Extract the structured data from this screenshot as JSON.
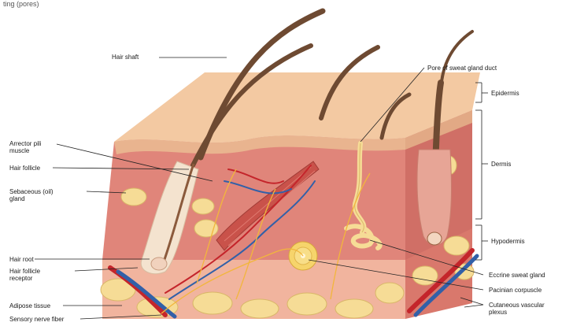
{
  "header_fragment": "ting (pores)",
  "labels": {
    "hair_shaft": "Hair shaft",
    "arrector_pili": "Arrector pili\nmuscle",
    "hair_follicle": "Hair follicle",
    "sebaceous": "Sebaceous (oil)\ngland",
    "hair_root": "Hair root",
    "follicle_receptor": "Hair follicle\nreceptor",
    "adipose": "Adipose tissue",
    "sensory_nerve": "Sensory nerve fiber",
    "pore": "Pore of sweat gland duct",
    "epidermis": "Epidermis",
    "dermis": "Dermis",
    "hypodermis": "Hypodermis",
    "eccrine": "Eccrine sweat gland",
    "pacinian": "Pacinian corpuscle",
    "cutaneous": "Cutaneous vascular\nplexus"
  },
  "colors": {
    "epidermis": "#f3c9a2",
    "dermis": "#e0857a",
    "hypodermis": "#f1b49e",
    "fat": "#f6dc96",
    "hair": "#6e4a32",
    "artery": "#c4252b",
    "vein": "#3260a8",
    "nerve": "#f2b63c"
  }
}
